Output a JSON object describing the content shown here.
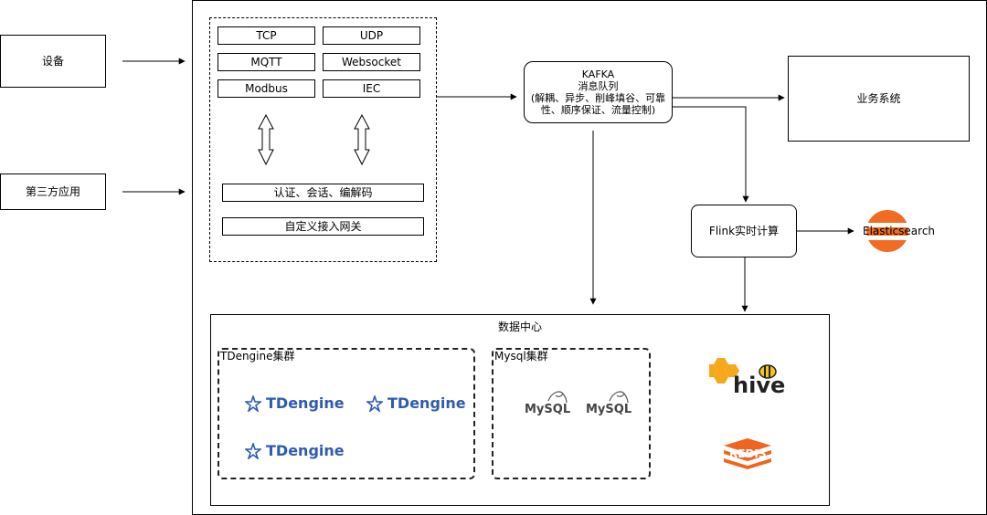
{
  "devices": {
    "device": "设备",
    "third_party": "第三方应用"
  },
  "gateway": {
    "protocols": [
      "TCP",
      "UDP",
      "MQTT",
      "Websocket",
      "Modbus",
      "IEC"
    ],
    "auth": "认证、会话、编解码",
    "custom_gateway": "自定义接入网关"
  },
  "kafka": {
    "title": "KAFKA",
    "subtitle": "消息队列",
    "desc_line1": "(解耦、异步、削峰填谷、可靠",
    "desc_line2": "性、顺序保证、流量控制)"
  },
  "business": "业务系统",
  "flink": "Flink实时计算",
  "elasticsearch": "Elasticsearch",
  "data_center": {
    "title": "数据中心",
    "tdengine_cluster": "TDengine集群",
    "tdengine_logo": "TDengine",
    "mysql_cluster": "Mysql集群",
    "mysql_logo": "MySQL",
    "hive": "hive",
    "redis": "REDIS"
  },
  "colors": {
    "tdengine_blue": "#2e5bb0",
    "hive_yellow": "#f5a81b",
    "redis_orange": "#f0641e",
    "es_orange": "#f26b22"
  }
}
